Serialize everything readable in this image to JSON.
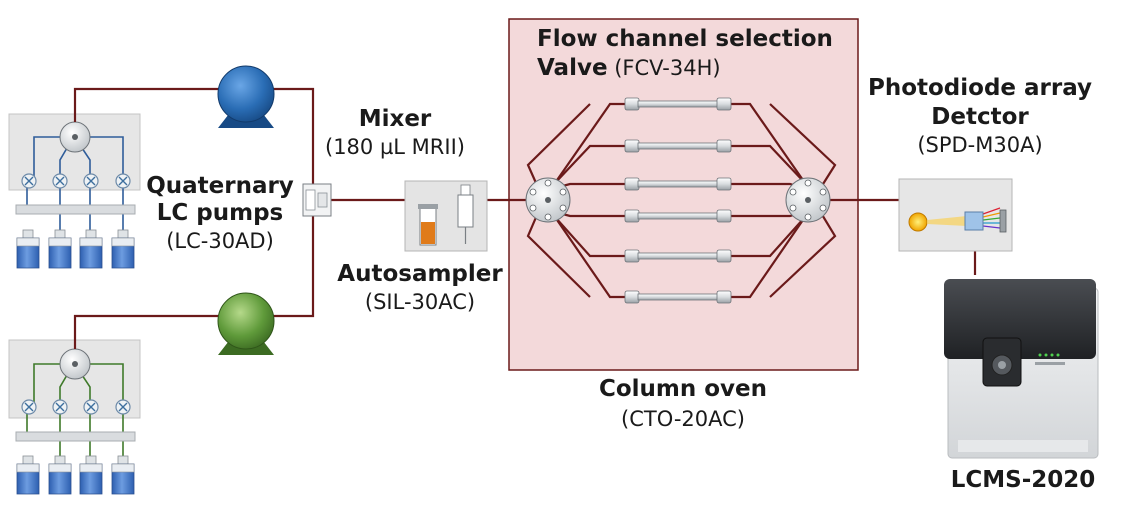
{
  "labels": {
    "pumps": {
      "name_line1": "Quaternary",
      "name_line2": "LC pumps",
      "model": "(LC-30AD)"
    },
    "mixer": {
      "name": "Mixer",
      "model": "(180 µL MRII)"
    },
    "autosampler": {
      "name": "Autosampler",
      "model": "(SIL-30AC)"
    },
    "valve": {
      "name_line1": "Flow channel selection",
      "name_line2": "Valve",
      "model": "(FCV-34H)"
    },
    "detector": {
      "name_line1": "Photodiode array",
      "name_line2": "Detctor",
      "model": "(SPD-M30A)"
    },
    "oven": {
      "name": "Column oven",
      "model": "(CTO-20AC)"
    },
    "ms": {
      "name": "LCMS-2020"
    }
  },
  "colors": {
    "tubing": "#6b1a1a",
    "oven_fill": "#f3d9da",
    "pump_blue": "#2a6db5",
    "pump_green": "#5f9a3a",
    "solvent_line_blue": "#2f5d9a",
    "solvent_line_green": "#3f7a2a",
    "bottle": "#3f72c6",
    "vial": "#e07b1a"
  },
  "icons": [
    "pump-icon",
    "solvent-bottle-icon",
    "degasser-valve-icon",
    "mixer-icon",
    "autosampler-icon",
    "selection-valve-icon",
    "column-icon",
    "pda-detector-icon",
    "mass-spectrometer-icon"
  ]
}
